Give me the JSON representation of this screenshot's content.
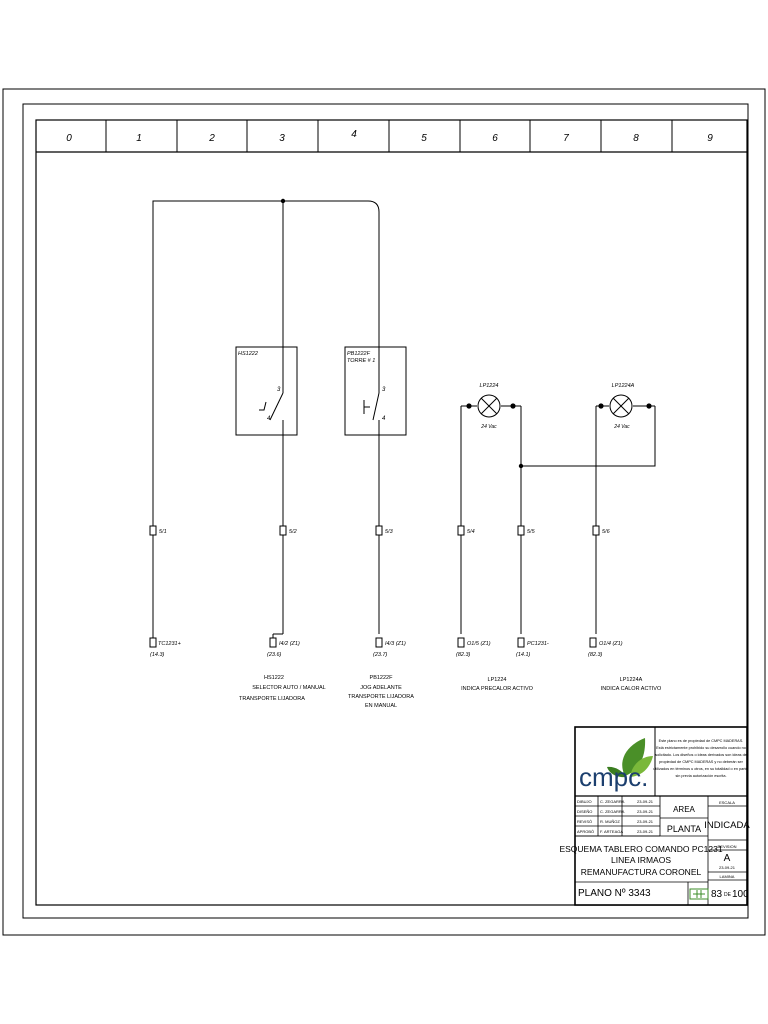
{
  "columns": [
    "0",
    "1",
    "2",
    "3",
    "4",
    "5",
    "6",
    "7",
    "8",
    "9"
  ],
  "components": {
    "hs1222": {
      "box_tag": "HS1222",
      "pin_top": "3",
      "pin_bottom": "4"
    },
    "pb1222f": {
      "box_tag": "PB1222F",
      "box_sub": "TORRE # 1",
      "pin_top": "3",
      "pin_bottom": "4"
    },
    "lp1224": {
      "tag": "LP1224",
      "volt": "24 Vac"
    },
    "lp1224a": {
      "tag": "LP1224A",
      "volt": "24 Vac"
    }
  },
  "terminals": [
    "5/1",
    "5/2",
    "5/3",
    "5/4",
    "5/5",
    "5/6"
  ],
  "connections": [
    {
      "label": "TC1231+",
      "ref": "(14.3)"
    },
    {
      "label": "I4/2 (Z1)",
      "ref": "(23.6)"
    },
    {
      "label": "I4/3 (Z1)",
      "ref": "(23.7)"
    },
    {
      "label": "O1/5 (Z1)",
      "ref": "(82.3)"
    },
    {
      "label": "PC1231-",
      "ref": "(14.1)"
    },
    {
      "label": "O1/4 (Z1)",
      "ref": "(82.3)"
    }
  ],
  "descriptions": {
    "hs1222": [
      "HS1222",
      "SELECTOR AUTO / MANUAL",
      "TRANSPORTE LIJADORA"
    ],
    "pb1222f": [
      "PB1222F",
      "JOG ADELANTE",
      "TRANSPORTE LIJADORA",
      "EN MANUAL"
    ],
    "lp1224": [
      "LP1224",
      "INDICA PRECALOR ACTIVO"
    ],
    "lp1224a": [
      "LP1224A",
      "INDICA CALOR ACTIVO"
    ]
  },
  "title_block": {
    "logo_text": "cmpc.",
    "notice": [
      "Este plano es de propiedad de CMPC MADERAS.",
      "Está estrictamente prohibido su desarrollo cuando no",
      "solicitado. Los diseños o ideas derivados son ideas de",
      "propiedad de CMPC MADERAS y no deberán ser",
      "utilizados en términos u otros, en su totalidad o en parte,",
      "sin previa autorización escrita."
    ],
    "signatures": [
      {
        "role": "DIBUJO",
        "name": "C. ZEGARRA",
        "date": "23-09-21"
      },
      {
        "role": "DISEÑO",
        "name": "C. ZEGARRA",
        "date": "23-09-21"
      },
      {
        "role": "REVISÓ",
        "name": "R. MUÑOZ",
        "date": "23-09-21"
      },
      {
        "role": "APROBÓ",
        "name": "F. ARTEAGA",
        "date": "23-09-21"
      }
    ],
    "area": "AREA",
    "planta": "PLANTA",
    "escala_label": "ESCALA",
    "escala_value": "INDICADA",
    "revision_label": "REVISION",
    "revision_value": "A",
    "revision_date": "23-09-21",
    "title_lines": [
      "ESQUEMA TABLERO COMANDO PC1231",
      "LINEA IRMAOS",
      "REMANUFACTURA CORONEL"
    ],
    "plano": "PLANO Nº 3343",
    "lamina_label": "LAMINA",
    "sheet_number": "83",
    "sheet_de": "DE",
    "sheet_total": "100"
  }
}
